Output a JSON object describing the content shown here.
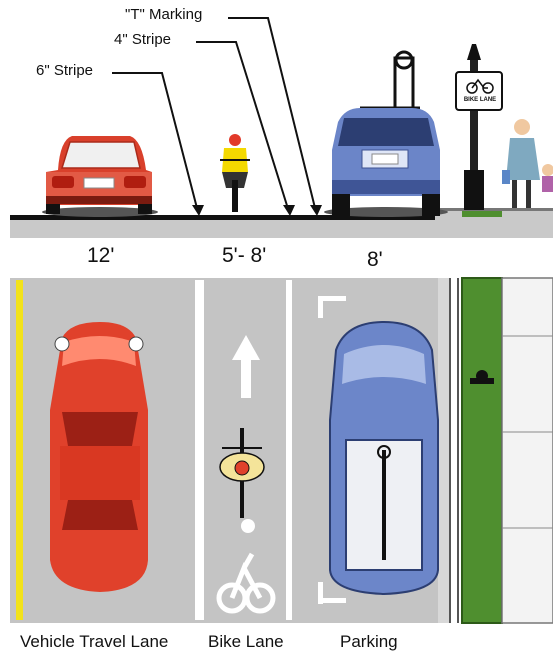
{
  "callouts": {
    "t_marking": "\"T\" Marking",
    "stripe_4": "4\" Stripe",
    "stripe_6": "6\" Stripe"
  },
  "dimensions": {
    "travel": "12'",
    "bike": "5'- 8'",
    "parking": "8'"
  },
  "sign": {
    "text": "BIKE LANE"
  },
  "lane_labels": {
    "travel": "Vehicle Travel Lane",
    "bike": "Bike Lane",
    "parking": "Parking"
  },
  "colors": {
    "road": "#c8c8c8",
    "curb_line": "#111111",
    "car_red": "#e0412b",
    "car_blue": "#6c86c9",
    "yellow_line": "#f2e21a",
    "grass": "#4f8f2f",
    "sidewalk": "#f3f3f3"
  }
}
